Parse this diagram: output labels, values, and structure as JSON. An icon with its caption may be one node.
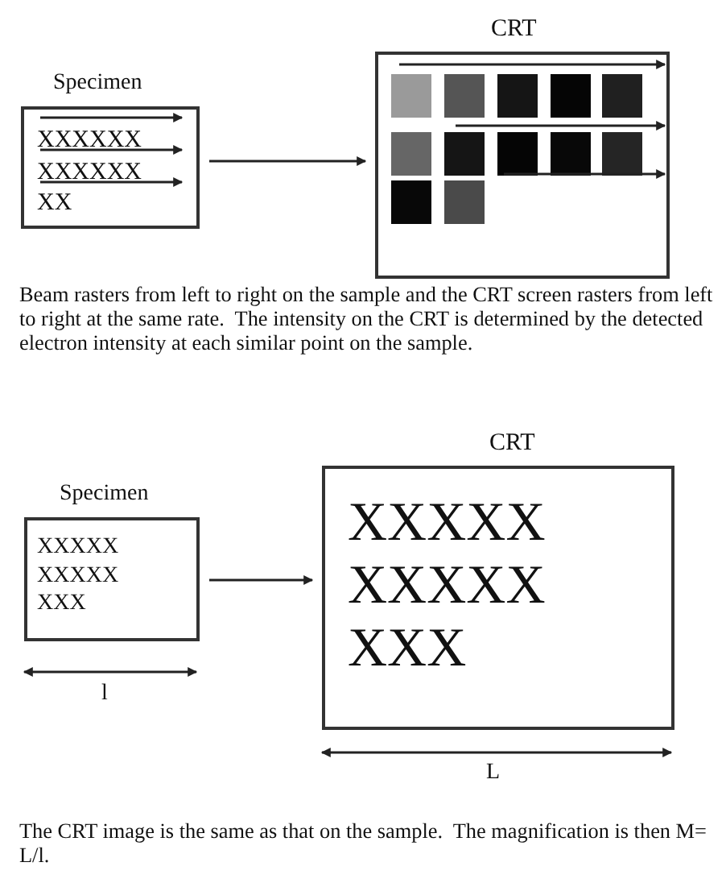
{
  "diagram": {
    "nodes": [
      {
        "text": [
          "Specimen",
          "XXXXXX XXXXXX XX"
        ]
      },
      {
        "text": [
          "CRT"
        ]
      },
      {
        "text": [
          "Specimen",
          "XXXXX XXXXX XXX"
        ]
      },
      {
        "text": [
          "CRT",
          "XXXXX XXXXX XXX"
        ]
      }
    ],
    "edges": [
      {
        "from": 0,
        "to": 1,
        "arrow": "to"
      },
      {
        "from": 2,
        "to": 3,
        "arrow": "to"
      }
    ],
    "labels": [
      "Beam rasters from left to right on the sample and the CRT screen rasters from left to right at the same rate.  The intensity on the CRT is determined by the detected electron intensity at each similar point on the sample.",
      "l",
      "L",
      "The CRT image is the same as that on the sample.  The magnification is then M= L/l."
    ]
  }
}
